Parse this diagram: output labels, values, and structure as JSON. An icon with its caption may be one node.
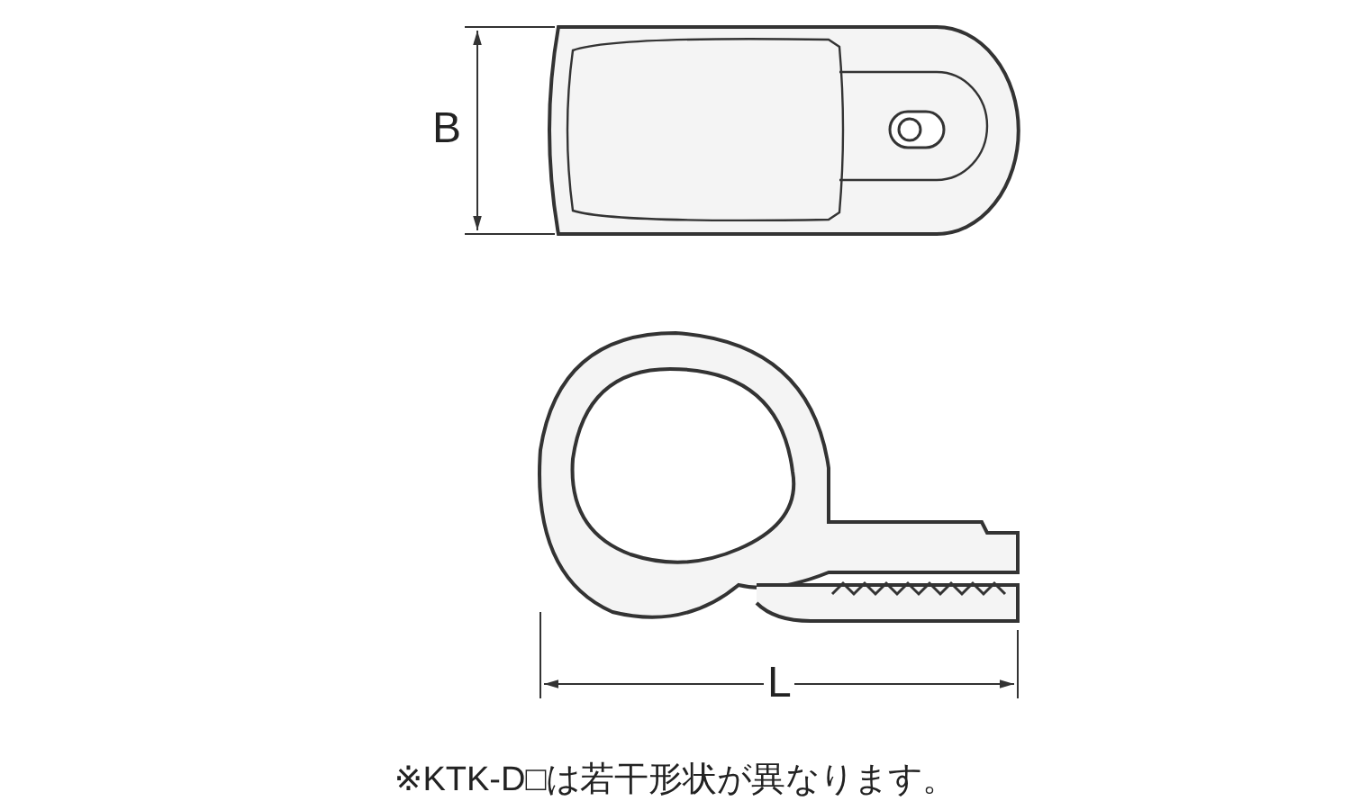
{
  "diagram": {
    "labels": [
      "B",
      "L",
      "※KTK-D□は若干形状が異なります。"
    ]
  }
}
